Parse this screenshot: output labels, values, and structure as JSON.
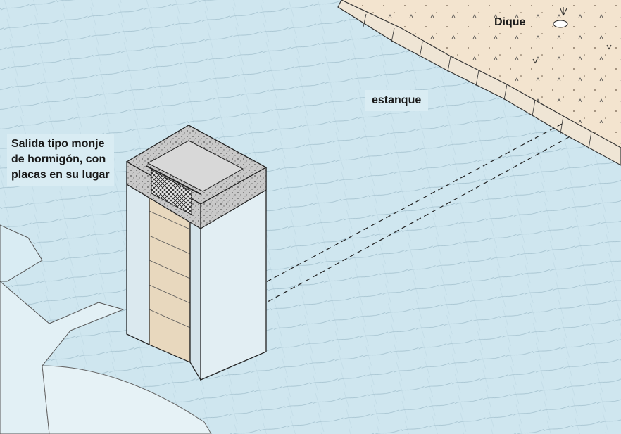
{
  "labels": {
    "dique": "Dique",
    "estanque": "estanque",
    "salida": "Salida tipo monje\nde hormigón, con\nplacas en su lugar"
  },
  "colors": {
    "water": "#cfe6ef",
    "dike": "#f2e2cc",
    "concrete": "#e9edf0",
    "boards": "#e8d8be",
    "outline": "#2a2a2a"
  }
}
